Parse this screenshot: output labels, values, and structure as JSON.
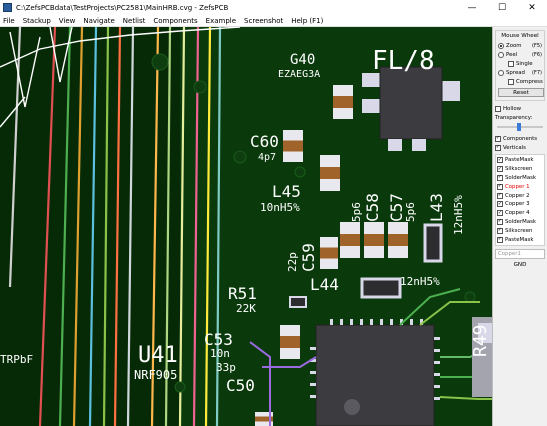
{
  "window": {
    "title": "C:\\ZefsPCBdata\\TestProjects\\PC2581\\MainHRB.cvg - ZefsPCB",
    "minimize_glyph": "—",
    "maximize_glyph": "☐",
    "close_glyph": "✕"
  },
  "menu": [
    "File",
    "Stackup",
    "View",
    "Navigate",
    "Netlist",
    "Components",
    "Example",
    "Screenshot",
    "Help (F1)"
  ],
  "panel": {
    "mouse_wheel_title": "Mouse Wheel",
    "zoom": {
      "label": "Zoom",
      "key": "(F5)"
    },
    "peel": {
      "label": "Peel",
      "key": "(F6)"
    },
    "single": "Single",
    "spread": {
      "label": "Spread",
      "key": "(F7)"
    },
    "compress": "Compress",
    "reset": "Reset",
    "hollow": "Hollow",
    "transparency": "Transparency:",
    "transparency_level": 0.45,
    "components": "Components",
    "verticals": "Verticals",
    "layers": [
      {
        "label": "PasteMask",
        "checked": true
      },
      {
        "label": "Silkscreen",
        "checked": true
      },
      {
        "label": "SolderMask",
        "checked": true
      },
      {
        "label": "Copper 1",
        "checked": true,
        "active": true
      },
      {
        "label": "Copper 2",
        "checked": true
      },
      {
        "label": "Copper 3",
        "checked": true
      },
      {
        "label": "Copper 4",
        "checked": true
      },
      {
        "label": "SolderMask",
        "checked": true
      },
      {
        "label": "Silkscreen",
        "checked": true
      },
      {
        "label": "PasteMask",
        "checked": true
      }
    ],
    "layer_placeholder": "Copper1",
    "net_name": "GND"
  },
  "silk": {
    "g40": "G40",
    "ezaeg": "EZAEG3A",
    "fl": "FL/8",
    "c60": "C60",
    "c60v": "4p7",
    "l45": "L45",
    "l45v": "10nH5%",
    "c58": "C58",
    "c58v": "5p6",
    "c57": "C57",
    "c57v": "5p6",
    "l43": "L43",
    "l43v": "12nH5%",
    "c59": "C59",
    "c59v": "22p",
    "l44": "L44",
    "l44v": "12nH5%",
    "r51": "R51",
    "r51v": "22K",
    "u41": "U41",
    "u41v": "NRF905",
    "c53": "C53",
    "c53v": "10n",
    "c53v2": "33p",
    "c50": "C50",
    "trpbf": "TRPbF",
    "r49": "R49"
  },
  "colors": {
    "board": "#062a06",
    "silk": "#ffffff",
    "copper_dark": "#0c4a10",
    "pad": "#d8d8e8",
    "ic_body": "#3b3b40"
  }
}
